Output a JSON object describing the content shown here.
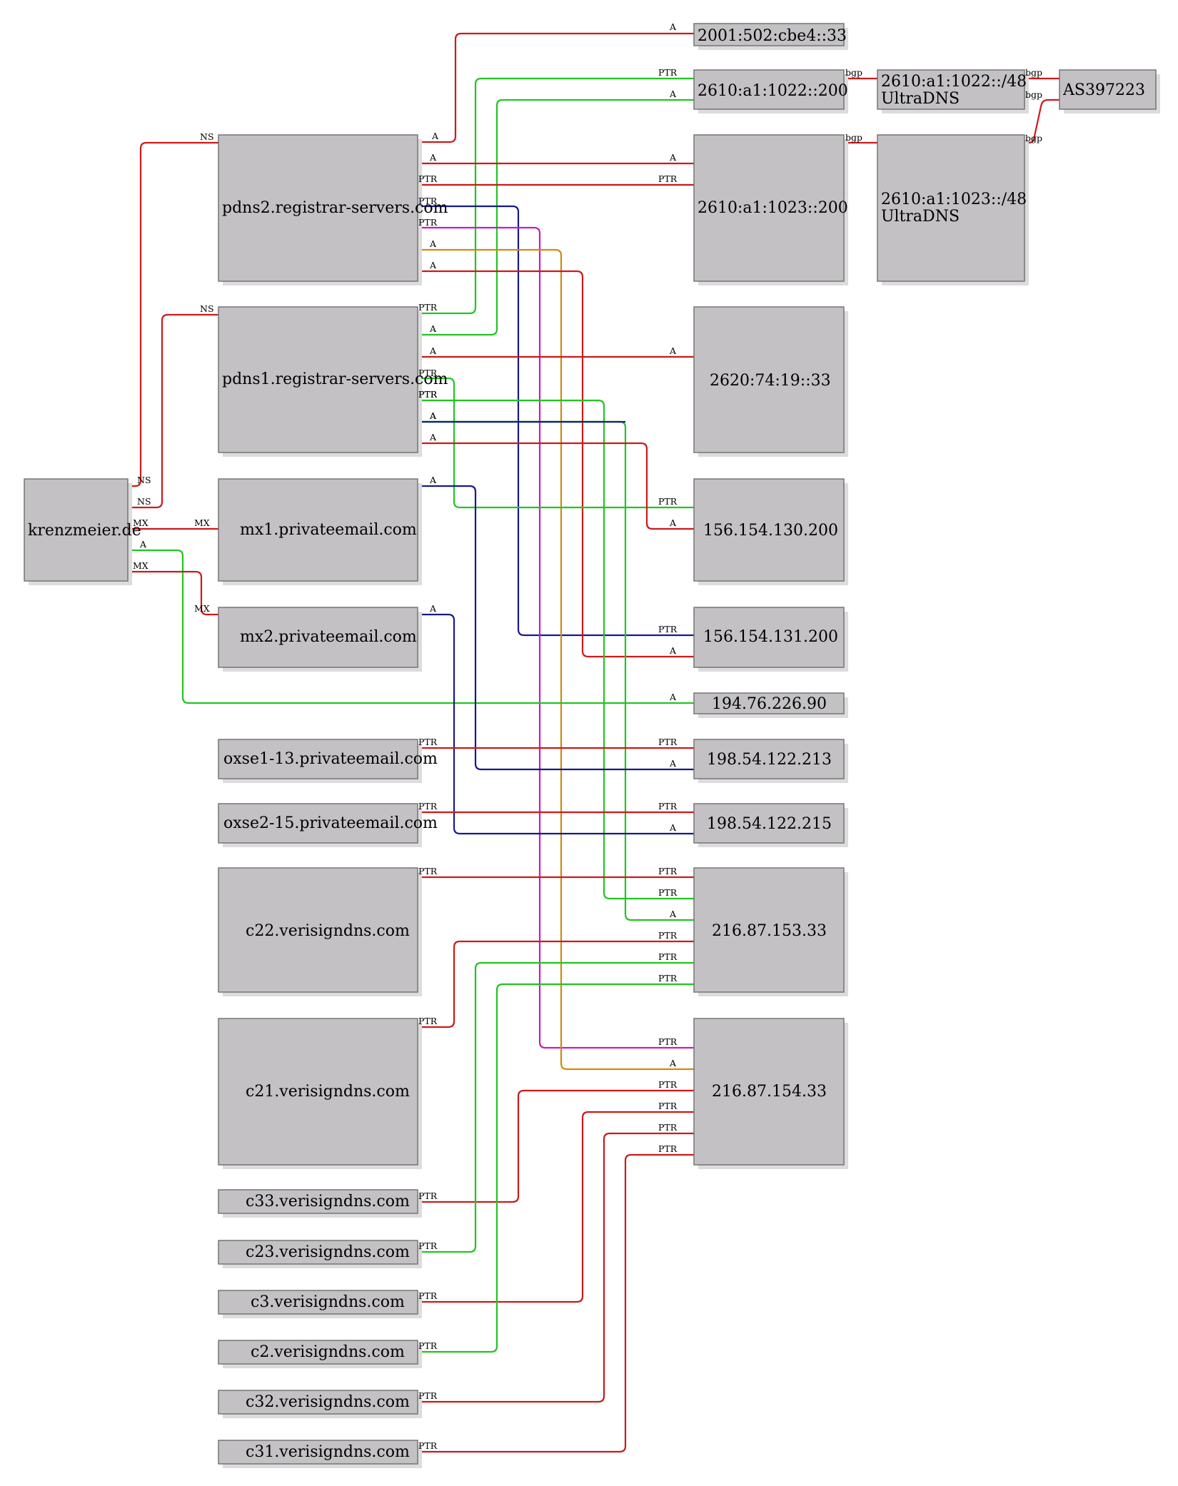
{
  "colors": {
    "red": "#cc1a1a",
    "green": "#22c422",
    "blue": "#151a8a",
    "magenta": "#c21ec2",
    "orange": "#d08a10"
  },
  "nodes": [
    {
      "id": "krenzmeier",
      "lines": [
        "krenzmeier.de"
      ]
    },
    {
      "id": "pdns2",
      "lines": [
        "pdns2.registrar-servers.com"
      ]
    },
    {
      "id": "pdns1",
      "lines": [
        "pdns1.registrar-servers.com"
      ]
    },
    {
      "id": "mx1",
      "lines": [
        "mx1.privateemail.com"
      ]
    },
    {
      "id": "mx2",
      "lines": [
        "mx2.privateemail.com"
      ]
    },
    {
      "id": "oxse1",
      "lines": [
        "oxse1-13.privateemail.com"
      ]
    },
    {
      "id": "oxse2",
      "lines": [
        "oxse2-15.privateemail.com"
      ]
    },
    {
      "id": "c22",
      "lines": [
        "c22.verisigndns.com"
      ]
    },
    {
      "id": "c21",
      "lines": [
        "c21.verisigndns.com"
      ]
    },
    {
      "id": "c33",
      "lines": [
        "c33.verisigndns.com"
      ]
    },
    {
      "id": "c23",
      "lines": [
        "c23.verisigndns.com"
      ]
    },
    {
      "id": "c3",
      "lines": [
        "c3.verisigndns.com"
      ]
    },
    {
      "id": "c2",
      "lines": [
        "c2.verisigndns.com"
      ]
    },
    {
      "id": "c32",
      "lines": [
        "c32.verisigndns.com"
      ]
    },
    {
      "id": "c31",
      "lines": [
        "c31.verisigndns.com"
      ]
    },
    {
      "id": "ip2001",
      "lines": [
        "2001:502:cbe4::33"
      ]
    },
    {
      "id": "ip2610_200",
      "lines": [
        "2610:a1:1022::200"
      ]
    },
    {
      "id": "ip2610_1023",
      "lines": [
        "2610:a1:1023::200"
      ]
    },
    {
      "id": "ip2620",
      "lines": [
        "2620:74:19::33"
      ]
    },
    {
      "id": "ip156_130",
      "lines": [
        "156.154.130.200"
      ]
    },
    {
      "id": "ip156_131",
      "lines": [
        "156.154.131.200"
      ]
    },
    {
      "id": "ip194",
      "lines": [
        "194.76.226.90"
      ]
    },
    {
      "id": "ip198_213",
      "lines": [
        "198.54.122.213"
      ]
    },
    {
      "id": "ip198_215",
      "lines": [
        "198.54.122.215"
      ]
    },
    {
      "id": "ip216_153",
      "lines": [
        "216.87.153.33"
      ]
    },
    {
      "id": "ip216_154",
      "lines": [
        "216.87.154.33"
      ]
    },
    {
      "id": "net1022",
      "lines": [
        "2610:a1:1022::/48",
        "UltraDNS"
      ]
    },
    {
      "id": "net1023",
      "lines": [
        "2610:a1:1023::/48",
        "UltraDNS"
      ]
    },
    {
      "id": "as397223",
      "lines": [
        "AS397223"
      ]
    }
  ],
  "edges": [
    {
      "id": "e01",
      "color": "red",
      "labels": [
        "A",
        "A"
      ]
    },
    {
      "id": "e02",
      "color": "green",
      "labels": [
        "PTR",
        "PTR"
      ]
    },
    {
      "id": "e03",
      "color": "green",
      "labels": [
        "A",
        "A"
      ]
    },
    {
      "id": "e04",
      "color": "red",
      "labels": [
        "bgp",
        "bgp"
      ]
    },
    {
      "id": "e05",
      "color": "red",
      "labels": [
        "bgp",
        "bgp"
      ]
    },
    {
      "id": "e06",
      "color": "red",
      "labels": [
        "bgp",
        "bgp"
      ]
    },
    {
      "id": "e07",
      "color": "red",
      "labels": [
        "bgp",
        "bgp"
      ]
    },
    {
      "id": "e08",
      "color": "red",
      "labels": [
        "NS",
        "NS"
      ]
    },
    {
      "id": "e09",
      "color": "red",
      "labels": [
        "A",
        "A"
      ]
    },
    {
      "id": "e10",
      "color": "red",
      "labels": [
        "PTR",
        "PTR"
      ]
    },
    {
      "id": "e11",
      "color": "blue",
      "labels": [
        "PTR",
        "PTR"
      ]
    },
    {
      "id": "e12",
      "color": "magenta",
      "labels": [
        "PTR",
        "PTR"
      ]
    },
    {
      "id": "e13",
      "color": "orange",
      "labels": [
        "A",
        "A"
      ]
    },
    {
      "id": "e14",
      "color": "red",
      "labels": [
        "A",
        "A"
      ]
    },
    {
      "id": "e15",
      "color": "red",
      "labels": [
        "NS",
        "NS"
      ]
    },
    {
      "id": "e16",
      "color": "green",
      "labels": [
        "PTR",
        "PTR"
      ]
    },
    {
      "id": "e17",
      "color": "green",
      "labels": [
        "A",
        "A"
      ]
    },
    {
      "id": "e18",
      "color": "red",
      "labels": [
        "A",
        "A"
      ]
    },
    {
      "id": "e19",
      "color": "green",
      "labels": [
        "PTR",
        "PTR"
      ]
    },
    {
      "id": "e20",
      "color": "green",
      "labels": [
        "PTR",
        "PTR"
      ]
    },
    {
      "id": "e21",
      "color": "blue",
      "labels": [
        "A",
        "A"
      ]
    },
    {
      "id": "e22",
      "color": "red",
      "labels": [
        "A",
        "A"
      ]
    },
    {
      "id": "e23",
      "color": "red",
      "labels": [
        "MX",
        "MX"
      ]
    },
    {
      "id": "e24",
      "color": "green",
      "labels": [
        "A",
        "A"
      ]
    },
    {
      "id": "e25",
      "color": "red",
      "labels": [
        "MX",
        "MX"
      ]
    },
    {
      "id": "e26",
      "color": "blue",
      "labels": [
        "A",
        "A"
      ]
    },
    {
      "id": "e27",
      "color": "blue",
      "labels": [
        "A",
        "A"
      ]
    },
    {
      "id": "e28",
      "color": "red",
      "labels": [
        "PTR",
        "PTR"
      ]
    },
    {
      "id": "e29",
      "color": "red",
      "labels": [
        "PTR",
        "PTR"
      ]
    },
    {
      "id": "e30",
      "color": "red",
      "labels": [
        "PTR",
        "PTR"
      ]
    },
    {
      "id": "e31",
      "color": "red",
      "labels": [
        "PTR",
        "PTR"
      ]
    },
    {
      "id": "e32",
      "color": "red",
      "labels": [
        "PTR",
        "PTR"
      ]
    },
    {
      "id": "e33",
      "color": "green",
      "labels": [
        "PTR",
        "PTR"
      ]
    },
    {
      "id": "e34",
      "color": "red",
      "labels": [
        "PTR",
        "PTR"
      ]
    },
    {
      "id": "e35",
      "color": "green",
      "labels": [
        "PTR",
        "PTR"
      ]
    },
    {
      "id": "e36",
      "color": "red",
      "labels": [
        "PTR",
        "PTR"
      ]
    },
    {
      "id": "e37",
      "color": "red",
      "labels": [
        "PTR",
        "PTR"
      ]
    }
  ]
}
